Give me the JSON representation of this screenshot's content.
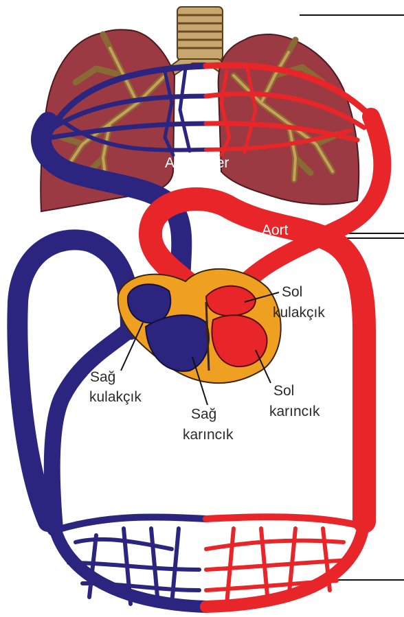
{
  "labels": {
    "lungs": "Akciğerler",
    "aorta": "Aort",
    "left_atrium_1": "Sol",
    "left_atrium_2": "kulakçık",
    "right_atrium_1": "Sağ",
    "right_atrium_2": "kulakçık",
    "left_ventricle_1": "Sol",
    "left_ventricle_2": "karıncık",
    "right_ventricle_1": "Sağ",
    "right_ventricle_2": "karıncık"
  },
  "colors": {
    "oxygen_poor": "#2b2580",
    "oxygen_rich": "#e8262a",
    "lung_tissue": "#9c3a44",
    "bronchi": "#b08a4c",
    "pericardium": "#f0a020",
    "trachea": "#c8a670"
  }
}
